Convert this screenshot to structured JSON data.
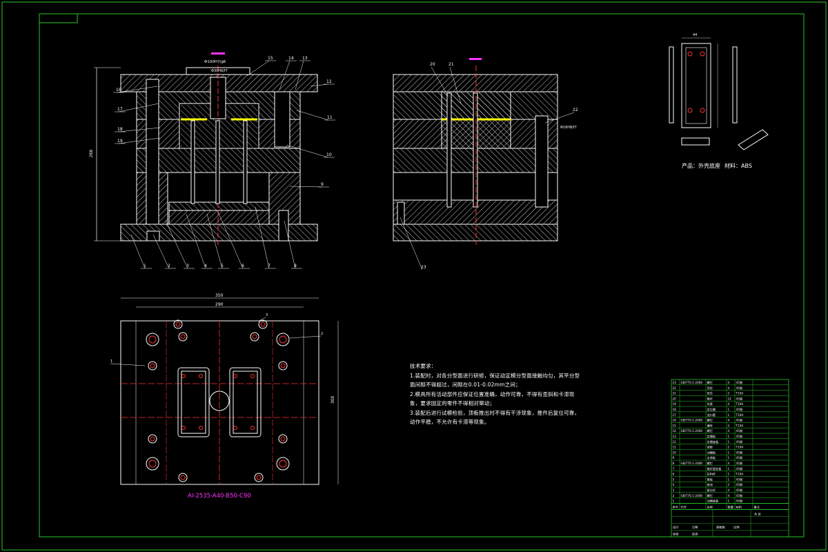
{
  "colors": {
    "frame": "#28c828",
    "line": "#ffffff",
    "hatch": "#ffffff",
    "accent": "#ff33ff",
    "insert": "#ffff00",
    "hole": "#ff3333"
  },
  "section_view_1": {
    "callouts": [
      "1",
      "2",
      "3",
      "4",
      "5",
      "6",
      "7",
      "8",
      "9",
      "10",
      "11",
      "12",
      "13",
      "14",
      "15",
      "16",
      "17",
      "18",
      "19"
    ],
    "dims": {
      "height": "266",
      "top": "Φ100H7/g6",
      "bushing": "Φ30H6/f7"
    }
  },
  "section_view_2": {
    "callouts": [
      "20",
      "21",
      "22",
      "23"
    ],
    "dims": {
      "guide": "Φ16H8/f7"
    }
  },
  "top_view": {
    "dims": {
      "outer_width": "350",
      "inner_width": "290",
      "height": "300"
    },
    "callouts": [
      "1",
      "2",
      "3"
    ],
    "mold_base_code": "AI-2535-A40-B50-C90"
  },
  "part_view": {
    "product_label": "产品：",
    "product_name": "外壳底座",
    "material_label": "材料：",
    "material": "ABS"
  },
  "technical_requirements": {
    "title": "技术要求：",
    "items": [
      "1.装配时，对各分型面进行研修，保证动定模分型面接触均匀，其平分型面间隙不得超过，间隙在0.01-0.02mm之间；",
      "2.模具所有活动部件应保证位置准确，动作可靠，不得有歪斜和卡滞现象，要求固定的零件不得相对窜动；",
      "3.装配后进行试模检验，顶板推出时不得有干涉现象，推件后复位可靠，动作平稳，不允许有卡滞等现象。"
    ]
  },
  "bom": {
    "rows": [
      {
        "no": "23",
        "code": "GB/T70.1-2000",
        "name": "螺钉",
        "qty": "4",
        "mat": "45钢"
      },
      {
        "no": "22",
        "code": "",
        "name": "导柱",
        "qty": "4",
        "mat": "45钢"
      },
      {
        "no": "21",
        "code": "",
        "name": "型芯",
        "qty": "2",
        "mat": "T10A"
      },
      {
        "no": "20",
        "code": "",
        "name": "推杆",
        "qty": "12",
        "mat": "45钢"
      },
      {
        "no": "19",
        "code": "",
        "name": "导套",
        "qty": "4",
        "mat": "T10A"
      },
      {
        "no": "18",
        "code": "",
        "name": "定位圈",
        "qty": "1",
        "mat": "45钢"
      },
      {
        "no": "17",
        "code": "",
        "name": "浇口套",
        "qty": "1",
        "mat": "T10A"
      },
      {
        "no": "16",
        "code": "GB/T70.1-2000",
        "name": "螺钉",
        "qty": "4",
        "mat": "45钢"
      },
      {
        "no": "15",
        "code": "",
        "name": "镶件",
        "qty": "2",
        "mat": "T10A"
      },
      {
        "no": "14",
        "code": "GB/T70.1-2000",
        "name": "螺钉",
        "qty": "4",
        "mat": "45钢"
      },
      {
        "no": "13",
        "code": "",
        "name": "定模板",
        "qty": "1",
        "mat": "45钢"
      },
      {
        "no": "12",
        "code": "",
        "name": "定模座板",
        "qty": "1",
        "mat": "45钢"
      },
      {
        "no": "11",
        "code": "",
        "name": "型腔",
        "qty": "2",
        "mat": "T10A"
      },
      {
        "no": "10",
        "code": "",
        "name": "动模板",
        "qty": "1",
        "mat": "45钢"
      },
      {
        "no": "9",
        "code": "",
        "name": "支承板",
        "qty": "1",
        "mat": "45钢"
      },
      {
        "no": "8",
        "code": "GB/T70.1-2000",
        "name": "螺钉",
        "qty": "4",
        "mat": "45钢"
      },
      {
        "no": "7",
        "code": "",
        "name": "推杆固定板",
        "qty": "1",
        "mat": "45钢"
      },
      {
        "no": "6",
        "code": "",
        "name": "拉料杆",
        "qty": "1",
        "mat": "T10A"
      },
      {
        "no": "5",
        "code": "",
        "name": "推板",
        "qty": "1",
        "mat": "45钢"
      },
      {
        "no": "4",
        "code": "",
        "name": "垫块",
        "qty": "2",
        "mat": "45钢"
      },
      {
        "no": "3",
        "code": "",
        "name": "复位杆",
        "qty": "4",
        "mat": "45钢"
      },
      {
        "no": "2",
        "code": "GB/T70.1-2000",
        "name": "螺钉",
        "qty": "4",
        "mat": "45钢"
      },
      {
        "no": "1",
        "code": "",
        "name": "动模座板",
        "qty": "1",
        "mat": "45钢"
      }
    ],
    "header": [
      "序号",
      "代号",
      "名称",
      "数量",
      "材料",
      "备注"
    ],
    "title_block": {
      "scale_label": "比例",
      "sheet_label": "共 张",
      "drawing": "装配图",
      "design": "设计",
      "check": "审核",
      "approve": "批准",
      "date": "日期"
    }
  }
}
